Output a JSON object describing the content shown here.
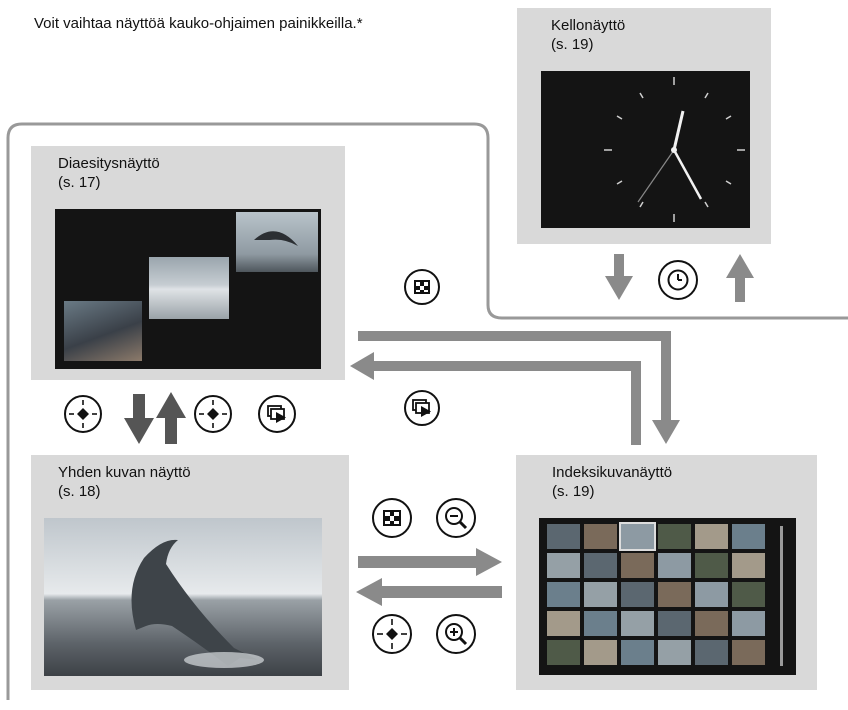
{
  "intro": "Voit vaihtaa näyttöä kauko-ohjaimen painikkeilla.*",
  "panels": {
    "clock": {
      "title": "Kellonäyttö",
      "page": "(s. 19)"
    },
    "slideshow": {
      "title": "Diaesitysnäyttö",
      "page": "(s. 17)"
    },
    "single": {
      "title": "Yhden kuvan näyttö",
      "page": "(s. 18)"
    },
    "index": {
      "title": "Indeksikuvanäyttö",
      "page": "(s. 19)"
    }
  },
  "buttons": {
    "index": "index-view-button",
    "slideshow": "slideshow-button",
    "enter": "enter-button",
    "clock": "clock-button",
    "zoom_out": "zoom-out-button",
    "zoom_in": "zoom-in-button"
  },
  "colors": {
    "panel": "#d9d9d9",
    "screen": "#141414",
    "arrow": "#8a8a8a",
    "frame": "#999999"
  }
}
